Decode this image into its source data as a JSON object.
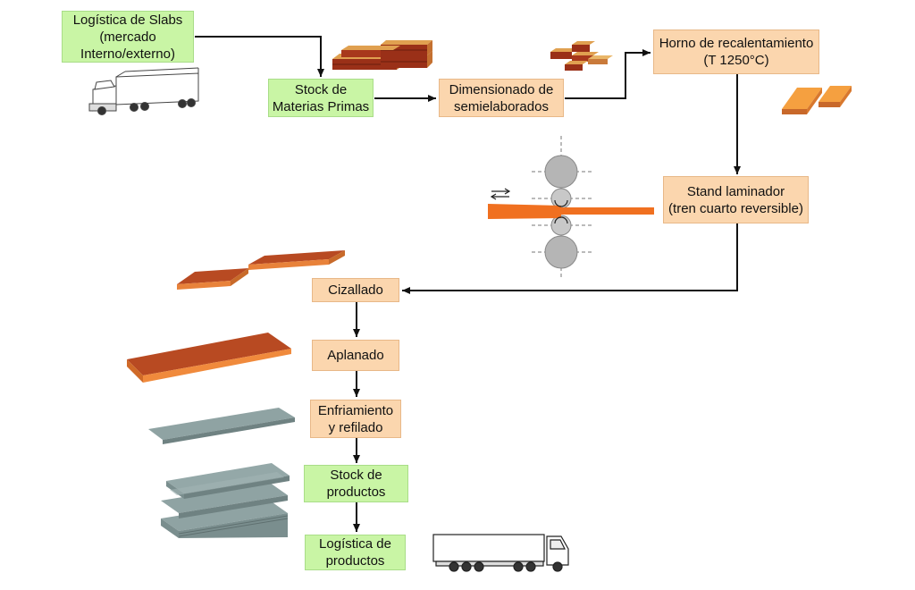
{
  "colors": {
    "green_box": "#c9f5a5",
    "orange_box": "#fbd6ae",
    "arrow": "#111111",
    "hot_steel": "#b84a22",
    "plate_orange": "#f08a3c",
    "cooled_plate": "#8fa3a3"
  },
  "steps": {
    "logistica_slabs": {
      "line1": "Logística de Slabs",
      "line2": "(mercado",
      "line3": "Interno/externo)"
    },
    "stock_mp": {
      "line1": "Stock de",
      "line2": "Materias Primas"
    },
    "dimensionado": {
      "line1": "Dimensionado de",
      "line2": "semielaborados"
    },
    "horno": {
      "line1": "Horno de recalentamiento",
      "line2": "(T 1250°C)"
    },
    "stand": {
      "line1": "Stand laminador",
      "line2": "(tren cuarto reversible)"
    },
    "cizallado": {
      "line1": "Cizallado"
    },
    "aplanado": {
      "line1": "Aplanado"
    },
    "enfriamiento": {
      "line1": "Enfriamiento",
      "line2": "y refilado"
    },
    "stock_productos": {
      "line1": "Stock de",
      "line2": "productos"
    },
    "logistica_productos": {
      "line1": "Logística de",
      "line2": "productos"
    }
  },
  "icons": [
    "truck-icon-top",
    "slab-stack-icon",
    "cut-slabs-icon",
    "heated-slabs-icon",
    "rolling-mill-icon",
    "sheared-plates-icon",
    "flat-plate-icon",
    "cooled-plate-icon",
    "product-stack-icon",
    "truck-icon-bottom"
  ]
}
